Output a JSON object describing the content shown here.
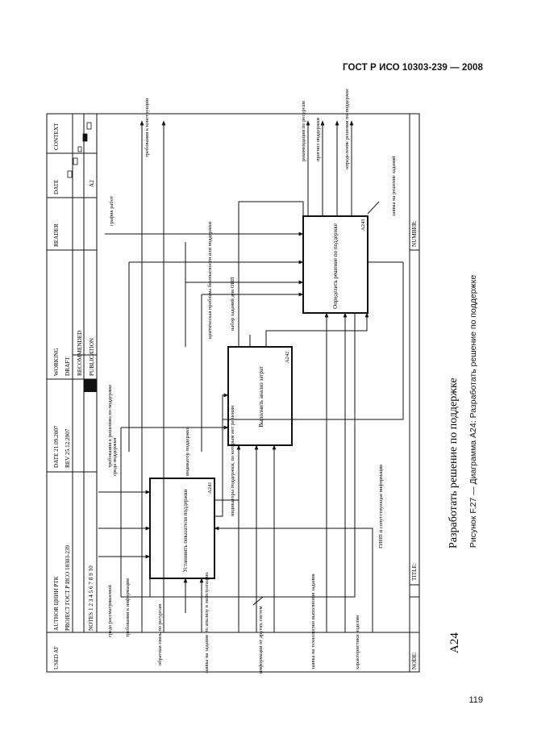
{
  "header": {
    "standard": "ГОСТ Р ИСО 10303-239 — 2008"
  },
  "page_number": "119",
  "caption": "Рисунок F.27 — Диаграмма А24: Разработать решение по поддержке",
  "frame": {
    "used_at": "USED AT",
    "author": "AUTHOR   ЦНИИ РТК",
    "project": "PROJECT  ГОСТ Р ИСО 10303-239",
    "date": "DATE   21.09.2007",
    "rev": "REV   25.12.2007",
    "notes": "NOTES  1  2  3  4  5  6  7  8  9  10",
    "working": "WORKING",
    "draft": "DRAFT",
    "recommended": "RECOMMENDED",
    "publication": "PUBLICATION",
    "reader": "READER",
    "date2": "DATE",
    "context": "CONTEXT",
    "context_node": "A2",
    "node_label": "NODE:",
    "node": "A24",
    "title_label": "TITLE:",
    "title": "Разработать решение по поддержке",
    "number_label": "NUMBER:"
  },
  "boxes": [
    {
      "id": "A241",
      "label": "Установить показатели поддержки"
    },
    {
      "id": "A242",
      "label": "Выполнить анализ затрат"
    },
    {
      "id": "A243",
      "label": "Определить решение по поддержке"
    }
  ],
  "labels": {
    "l1": "среда рассматриваемой",
    "l2": "требования к информации",
    "l3": "обратная связь по ресурсам",
    "l4": "заявка на задание по анализу в эксплуатацию",
    "l5": "информация от других систем",
    "l6": "заявка на технологию выполнения задания",
    "l7": "характеристики изделия",
    "l8": "ГИНП и сопутствующая информация",
    "l9": "индикатор поддержки",
    "l10": "индикаторы поддержки, по которым нет решения",
    "l11": "среда поддержки",
    "l12": "требования к решению по поддержке",
    "l13": "критическая проблема безопасности или поддержки",
    "l14": "набор заданий для ОИП",
    "l15": "график работ",
    "l16": "требования к конструкции",
    "l17": "рекомендации по ресурсам",
    "l18": "прогноз поддержки",
    "l19": "определение решения по поддержке",
    "l20": "заявка на решение заданий"
  }
}
